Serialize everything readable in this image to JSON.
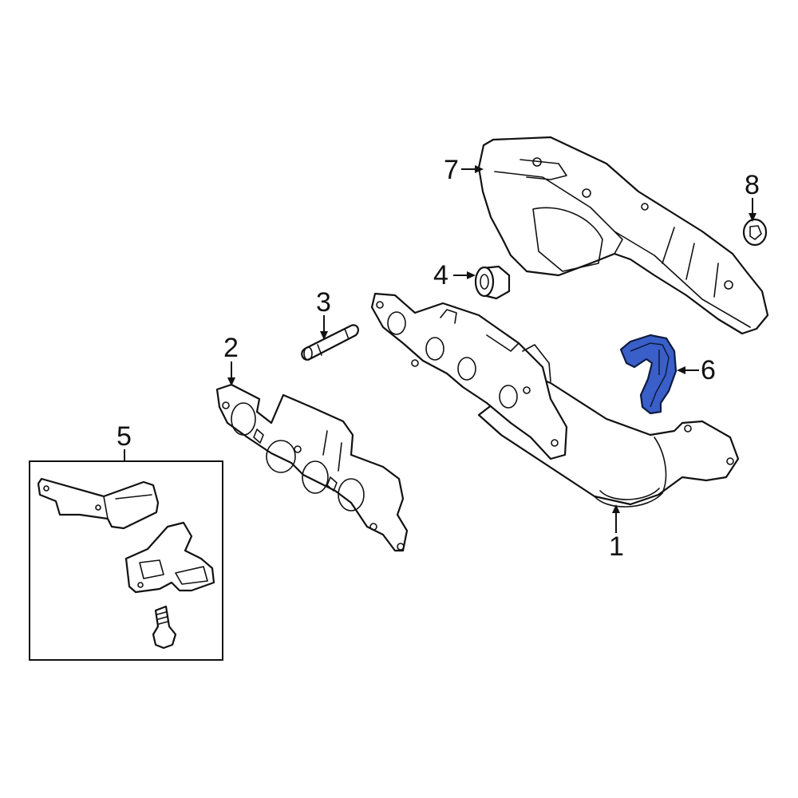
{
  "diagram": {
    "type": "exploded-parts-diagram",
    "subject": "Exhaust manifold with catalytic converter assembly",
    "highlight_color": "#3a5fc8",
    "line_color": "#111111",
    "background": "#ffffff"
  },
  "callouts": [
    {
      "number": "1",
      "part": "manifold-with-converter"
    },
    {
      "number": "2",
      "part": "manifold-gasket"
    },
    {
      "number": "3",
      "part": "stud"
    },
    {
      "number": "4",
      "part": "nut"
    },
    {
      "number": "5",
      "part": "bracket-kit"
    },
    {
      "number": "6",
      "part": "bracket",
      "highlighted": true
    },
    {
      "number": "7",
      "part": "heat-shield"
    },
    {
      "number": "8",
      "part": "nut"
    }
  ]
}
